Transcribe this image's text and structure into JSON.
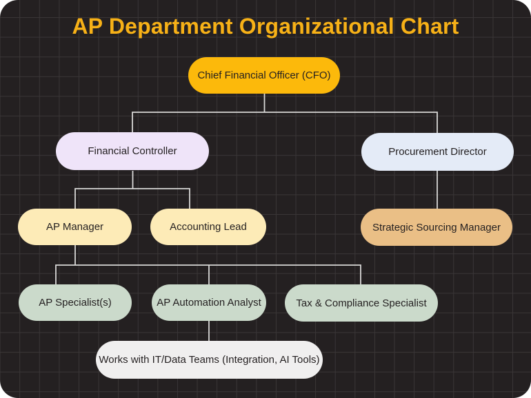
{
  "page": {
    "title": "AP Department Organizational Chart",
    "title_color": "#f7b117",
    "background_color": "#242021",
    "grid_color": "#3a3637",
    "connector_color": "#d9d8d7"
  },
  "nodes": {
    "cfo": {
      "label": "Chief Financial Officer (CFO)",
      "fill": "#fcb90b",
      "text_color": "#231f20"
    },
    "financial_controller": {
      "label": "Financial Controller",
      "fill": "#efe4f9",
      "text_color": "#231f20"
    },
    "procurement_director": {
      "label": "Procurement Director",
      "fill": "#e4ebf7",
      "text_color": "#231f20"
    },
    "ap_manager": {
      "label": "AP Manager",
      "fill": "#fdebb7",
      "text_color": "#231f20"
    },
    "accounting_lead": {
      "label": "Accounting Lead",
      "fill": "#fdebb7",
      "text_color": "#231f20"
    },
    "strategic_sourcing_manager": {
      "label": "Strategic Sourcing Manager",
      "fill": "#eabf86",
      "text_color": "#231f20"
    },
    "ap_specialists": {
      "label": "AP Specialist(s)",
      "fill": "#cbdacb",
      "text_color": "#231f20"
    },
    "ap_automation_analyst": {
      "label": "AP Automation Analyst",
      "fill": "#cbdacb",
      "text_color": "#231f20"
    },
    "tax_compliance_specialist": {
      "label": "Tax & Compliance Specialist",
      "fill": "#cbdacb",
      "text_color": "#231f20"
    },
    "works_it_data_teams": {
      "label": "Works with IT/Data Teams (Integration, AI Tools)",
      "fill": "#f0efef",
      "text_color": "#231f20"
    }
  },
  "edges": [
    {
      "from": "cfo",
      "to": "financial_controller"
    },
    {
      "from": "cfo",
      "to": "procurement_director"
    },
    {
      "from": "financial_controller",
      "to": "ap_manager"
    },
    {
      "from": "financial_controller",
      "to": "accounting_lead"
    },
    {
      "from": "procurement_director",
      "to": "strategic_sourcing_manager"
    },
    {
      "from": "ap_manager",
      "to": "ap_specialists"
    },
    {
      "from": "ap_manager",
      "to": "ap_automation_analyst"
    },
    {
      "from": "ap_manager",
      "to": "tax_compliance_specialist"
    },
    {
      "from": "ap_automation_analyst",
      "to": "works_it_data_teams"
    }
  ]
}
